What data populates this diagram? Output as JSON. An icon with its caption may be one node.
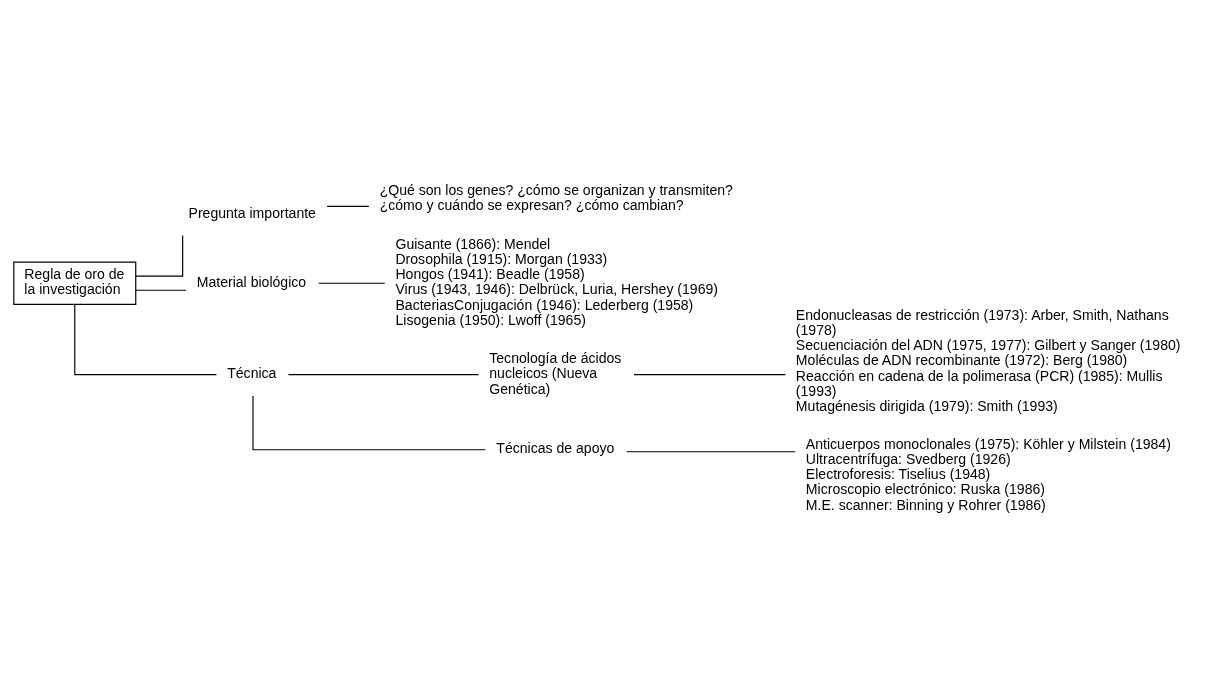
{
  "diagram": {
    "nodes": [
      {
        "text": [
          "Regla de oro de la investigación"
        ]
      },
      {
        "text": [
          "Pregunta importante"
        ]
      },
      {
        "text": [
          "¿Qué son los genes? ¿cómo se organizan y transmiten?",
          "¿cómo y cuándo se expresan? ¿cómo cambian?"
        ]
      },
      {
        "text": [
          "Material biológico"
        ]
      },
      {
        "text": [
          "Guisante (1866): Mendel",
          "Drosophila (1915): Morgan (1933)",
          "Hongos (1941): Beadle (1958)",
          "Virus (1943, 1946): Delbrück, Luria, Hershey (1969)",
          "BacteriasConjugación (1946): Lederberg (1958)",
          "Lisogenia (1950): Lwoff (1965)"
        ]
      },
      {
        "text": [
          "Técnica"
        ]
      },
      {
        "text": [
          "Tecnología de ácidos nucleicos (Nueva Genética)"
        ]
      },
      {
        "text": [
          "Endonucleasas de restricción (1973): Arber, Smith, Nathans (1978)",
          "Secuenciación del ADN (1975, 1977): Gilbert y Sanger (1980)",
          "Moléculas de ADN recombinante (1972): Berg (1980)",
          "Reacción en cadena de la polimerasa (PCR) (1985): Mullis (1993)",
          "Mutagénesis dirigida (1979): Smith (1993)"
        ]
      },
      {
        "text": [
          "Técnicas de apoyo"
        ]
      },
      {
        "text": [
          "Anticuerpos monoclonales (1975): Köhler y Milstein (1984)",
          "Ultracentrífuga: Svedberg (1926)",
          "Electroforesis: Tiselius (1948)",
          "Microscopio electrónico: Ruska (1986)",
          "M.E. scanner: Binning y Rohrer (1986)"
        ]
      }
    ],
    "edges": [
      {
        "from": 0,
        "to": 1,
        "arrow": "none"
      },
      {
        "from": 0,
        "to": 3,
        "arrow": "none"
      },
      {
        "from": 0,
        "to": 5,
        "arrow": "none"
      },
      {
        "from": 1,
        "to": 2,
        "arrow": "none"
      },
      {
        "from": 3,
        "to": 4,
        "arrow": "none"
      },
      {
        "from": 5,
        "to": 6,
        "arrow": "none"
      },
      {
        "from": 5,
        "to": 8,
        "arrow": "none"
      },
      {
        "from": 6,
        "to": 7,
        "arrow": "none"
      },
      {
        "from": 8,
        "to": 9,
        "arrow": "none"
      }
    ]
  }
}
